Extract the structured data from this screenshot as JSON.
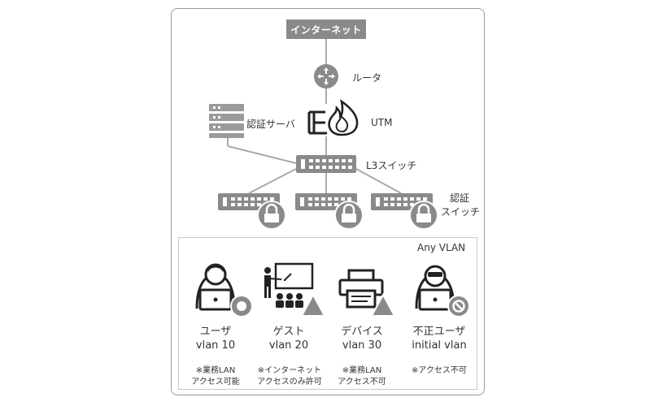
{
  "internet": {
    "label": "インターネット"
  },
  "router": {
    "label": "ルータ"
  },
  "utm": {
    "label": "UTM"
  },
  "auth_server": {
    "label": "認証サーバ"
  },
  "l3_switch": {
    "label": "L3スイッチ"
  },
  "auth_switch": {
    "label_line1": "認証",
    "label_line2": "スイッチ"
  },
  "any_vlan": {
    "label": "Any VLAN"
  },
  "endpoints": [
    {
      "name": "ユーザ",
      "vlan": "vlan 10",
      "note1": "※業務LAN",
      "note2": "アクセス可能",
      "status": "allowed"
    },
    {
      "name": "ゲスト",
      "vlan": "vlan 20",
      "note1": "※インターネット",
      "note2": "アクセスのみ許可",
      "status": "limited"
    },
    {
      "name": "デバイス",
      "vlan": "vlan 30",
      "note1": "※業務LAN",
      "note2": "アクセス不可",
      "status": "limited"
    },
    {
      "name": "不正ユーザ",
      "vlan": "initial vlan",
      "note1": "※アクセス不可",
      "note2": "",
      "status": "denied"
    }
  ],
  "colors": {
    "icon_gray": "#808080",
    "line_gray": "#b0b0b0",
    "internet_bg": "#8a8a8a"
  }
}
